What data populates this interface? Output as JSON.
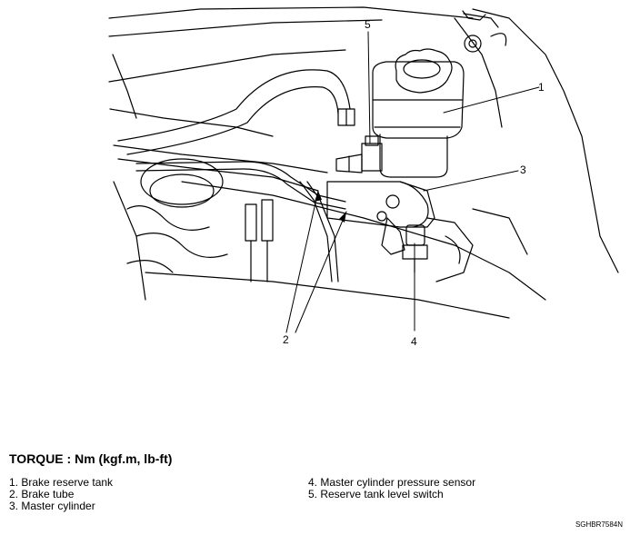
{
  "callouts": [
    "1",
    "2",
    "3",
    "4",
    "5"
  ],
  "torque_heading": "TORQUE : Nm (kgf.m, lb-ft)",
  "legend_left": [
    "1. Brake reserve tank",
    "2. Brake tube",
    "3. Master cylinder"
  ],
  "legend_right": [
    "4. Master cylinder pressure sensor",
    "5. Reserve tank level switch"
  ],
  "figure_code": "SGHBR7584N",
  "colors": {
    "line": "#000000",
    "background": "#ffffff"
  }
}
